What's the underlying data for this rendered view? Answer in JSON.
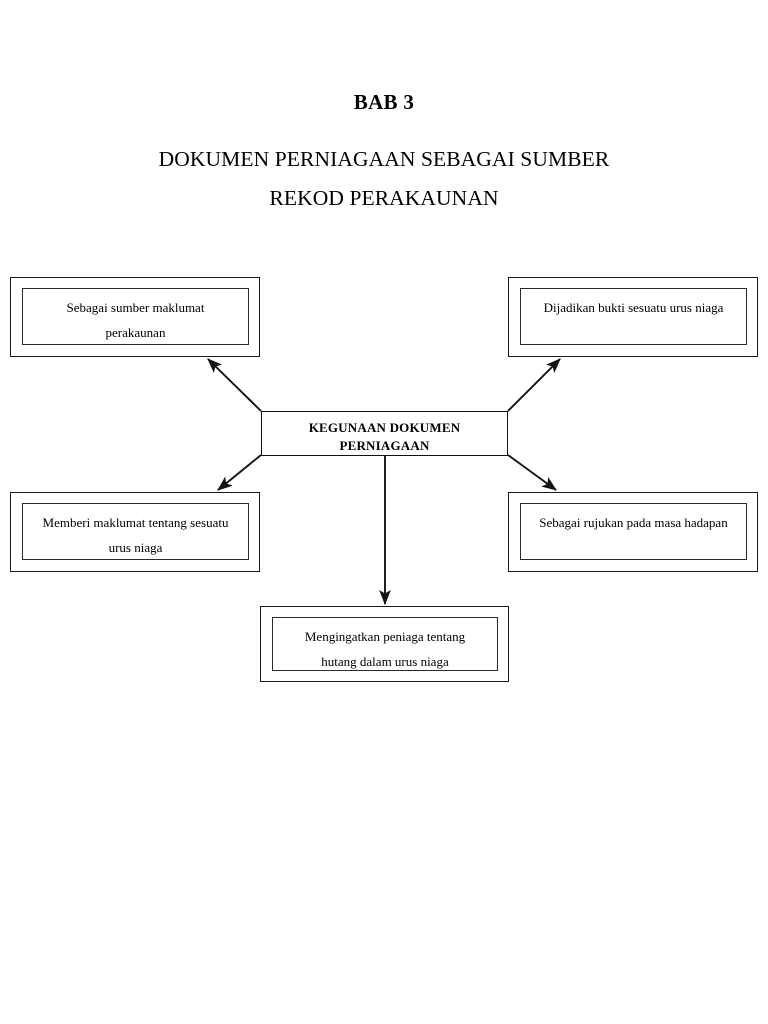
{
  "document": {
    "chapter": "BAB 3",
    "subtitle_line_1": "DOKUMEN PERNIAGAAN SEBAGAI SUMBER",
    "subtitle_line_2": "REKOD PERAKAUNAN"
  },
  "diagram": {
    "type": "hub-and-spoke",
    "center": {
      "label": "KEGUNAAN DOKUMEN\nPERNIAGAAN"
    },
    "nodes": [
      {
        "id": "top-left",
        "label": "Sebagai sumber maklumat\nperakaunan",
        "position": "top-left"
      },
      {
        "id": "top-right",
        "label": "Dijadikan bukti sesuatu urus niaga",
        "position": "top-right"
      },
      {
        "id": "bottom-left",
        "label": "Memberi maklumat tentang sesuatu\nurus niaga",
        "position": "bottom-left"
      },
      {
        "id": "bottom-right",
        "label": "Sebagai rujukan pada masa hadapan",
        "position": "bottom-right"
      },
      {
        "id": "bottom-center",
        "label": "Mengingatkan peniaga tentang\nhutang dalam urus niaga",
        "position": "bottom-center"
      }
    ],
    "connectors": [
      {
        "id": "to-top-left",
        "from": "center",
        "to": "top-left",
        "arrow": "end"
      },
      {
        "id": "to-top-right",
        "from": "center",
        "to": "top-right",
        "arrow": "end"
      },
      {
        "id": "to-bottom-left",
        "from": "center",
        "to": "bottom-left",
        "arrow": "end"
      },
      {
        "id": "to-bottom-right",
        "from": "center",
        "to": "bottom-right",
        "arrow": "end"
      },
      {
        "id": "to-bottom-center",
        "from": "center",
        "to": "bottom-center",
        "arrow": "end"
      }
    ],
    "colors": {
      "background": "#ffffff",
      "text": "#000000",
      "border": "#1a1a1a",
      "connector": "#1a1a1a"
    }
  }
}
